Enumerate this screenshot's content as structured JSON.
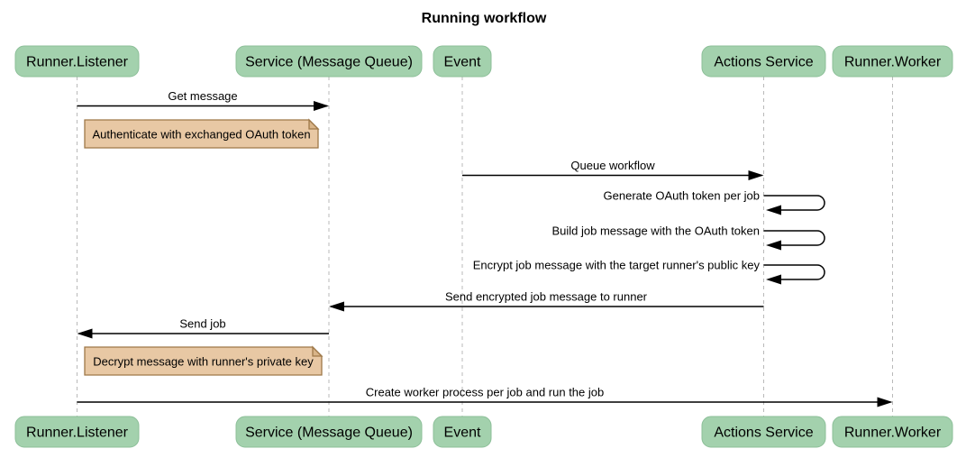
{
  "title": "Running workflow",
  "participants": [
    {
      "label": "Runner.Listener"
    },
    {
      "label": "Service (Message Queue)"
    },
    {
      "label": "Event"
    },
    {
      "label": "Actions Service"
    },
    {
      "label": "Runner.Worker"
    }
  ],
  "messages": [
    {
      "type": "message",
      "from": "Runner.Listener",
      "to": "Service (Message Queue)",
      "label": "Get message"
    },
    {
      "type": "note",
      "over": "Runner.Listener",
      "label": "Authenticate with exchanged OAuth token"
    },
    {
      "type": "message",
      "from": "Event",
      "to": "Actions Service",
      "label": "Queue workflow"
    },
    {
      "type": "self",
      "on": "Actions Service",
      "label": "Generate OAuth token per job"
    },
    {
      "type": "self",
      "on": "Actions Service",
      "label": "Build job message with the OAuth token"
    },
    {
      "type": "self",
      "on": "Actions Service",
      "label": "Encrypt job message with the target runner's public key"
    },
    {
      "type": "message",
      "from": "Actions Service",
      "to": "Service (Message Queue)",
      "label": "Send encrypted job message to runner"
    },
    {
      "type": "message",
      "from": "Service (Message Queue)",
      "to": "Runner.Listener",
      "label": "Send job"
    },
    {
      "type": "note",
      "over": "Runner.Listener",
      "label": "Decrypt message with runner's private key"
    },
    {
      "type": "message",
      "from": "Runner.Listener",
      "to": "Runner.Worker",
      "label": "Create worker process per job and run the job"
    }
  ],
  "colors": {
    "participant_fill": "#a3d1ad",
    "participant_border": "#8cbf98",
    "note_fill": "#e8c8a4",
    "note_border": "#9e7848",
    "lifeline": "#b9b9b9",
    "message": "#000000",
    "background": "#ffffff"
  }
}
